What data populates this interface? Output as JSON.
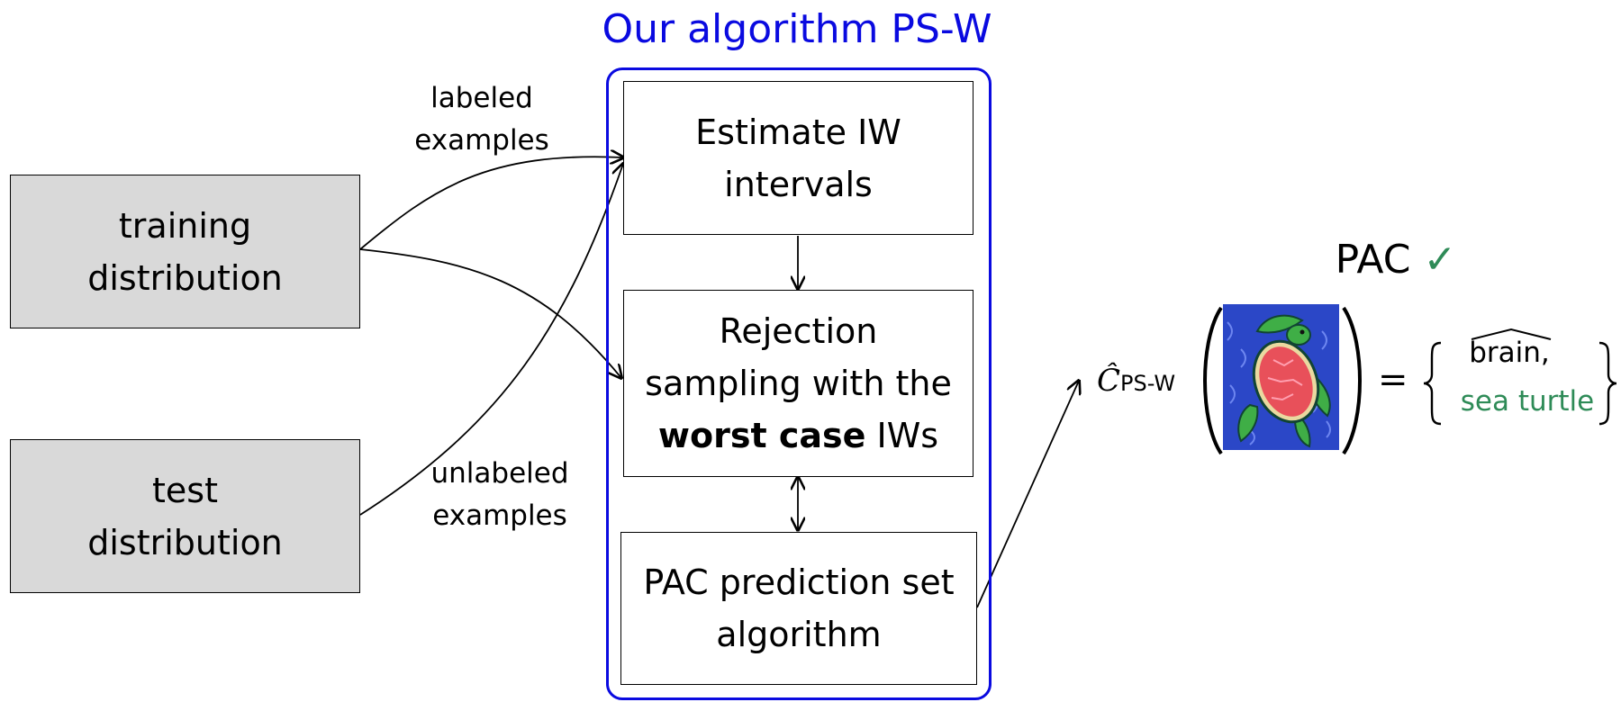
{
  "algorithm": {
    "title": "Our algorithm PS-W"
  },
  "sources": {
    "training": {
      "line1": "training",
      "line2": "distribution"
    },
    "test": {
      "line1": "test",
      "line2": "distribution"
    }
  },
  "edges": {
    "labeled": {
      "line1": "labeled",
      "line2": "examples"
    },
    "unlabeled": {
      "line1": "unlabeled",
      "line2": "examples"
    }
  },
  "steps": {
    "estimate": {
      "line1": "Estimate IW",
      "line2": "intervals"
    },
    "rejection": {
      "line1": "Rejection",
      "line2": "sampling with the",
      "bold": "worst case",
      "line3_rest": " IWs"
    },
    "pac": {
      "line1": "PAC prediction set",
      "line2": "algorithm"
    }
  },
  "output": {
    "pac_label": "PAC",
    "check": "✓",
    "c_hat": "Ĉ",
    "c_sub": "PS-W",
    "equals": "=",
    "set_items": [
      "brain,",
      "sea turtle"
    ]
  },
  "colors": {
    "accent_blue": "#0a0ae0",
    "green": "#2e8b57",
    "box_gray": "#d9d9d9"
  },
  "icons": {
    "turtle": "sea-turtle-image"
  }
}
